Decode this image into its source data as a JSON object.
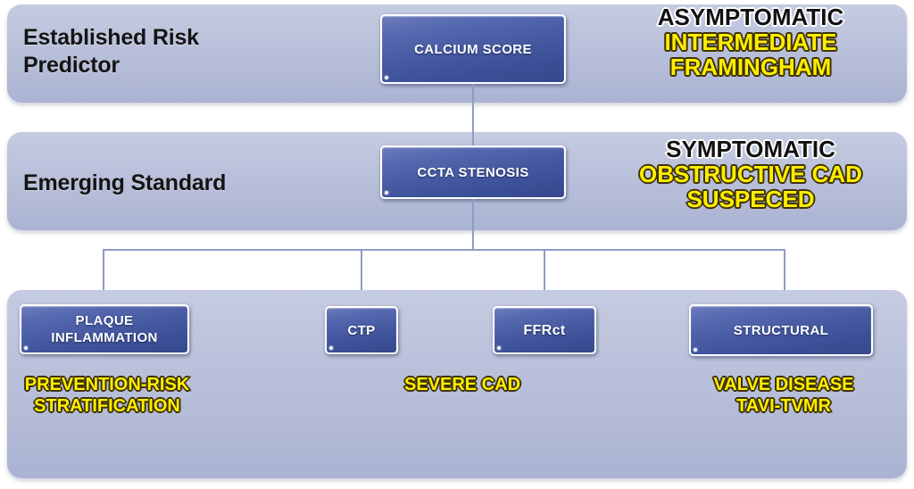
{
  "bands": [
    {
      "id": "established",
      "title": "Established Risk\nPredictor"
    },
    {
      "id": "emerging",
      "title": "Emerging Standard"
    },
    {
      "id": "apps",
      "title": ""
    }
  ],
  "band_titles": {
    "established_line1": "Established Risk",
    "established_line2": "Predictor",
    "emerging": "Emerging Standard"
  },
  "nodes": {
    "calcium_score": "CALCIUM SCORE",
    "ccta_stenosis": "CCTA STENOSIS",
    "plaque_line1": "PLAQUE",
    "plaque_line2": "INFLAMMATION",
    "ctp": "CTP",
    "ffrct": "FFRct",
    "structural": "STRUCTURAL"
  },
  "captions": {
    "asymptomatic": "ASYMPTOMATIC",
    "intermediate": "INTERMEDIATE",
    "framingham": "FRAMINGHAM",
    "symptomatic": "SYMPTOMATIC",
    "obstructive_cad": "OBSTRUCTIVE CAD",
    "suspeced": "SUSPECED",
    "prevention_risk": "PREVENTION-RISK",
    "stratification": "STRATIFICATION",
    "severe_cad": "SEVERE CAD",
    "valve_disease": "VALVE DISEASE",
    "tavi_tvmr": "TAVI-TVMR"
  },
  "colors": {
    "band_fill": "#b9c0da",
    "node_fill_top": "#6d7cbb",
    "node_fill_bottom": "#36488c",
    "node_border": "#ffffff",
    "node_text": "#ffffff",
    "caption_yellow": "#ffee00",
    "caption_yellow_outline": "#3d3100",
    "caption_black": "#111111",
    "caption_black_outline": "#ffffff",
    "connector": "#8e9cc4",
    "page_background": "#ffffff"
  }
}
